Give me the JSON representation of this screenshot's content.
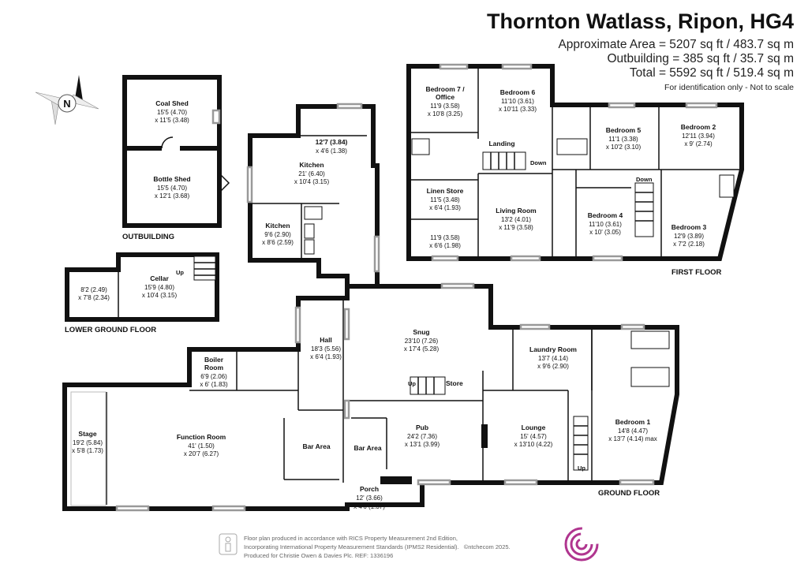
{
  "header": {
    "title": "Thornton Watlass, Ripon, HG4",
    "area": "Approximate Area = 5207 sq ft / 483.7 sq m",
    "outbuilding": "Outbuilding = 385 sq ft / 35.7 sq m",
    "total": "Total = 5592 sq ft / 519.4 sq m",
    "note": "For identification only - Not to scale"
  },
  "compass": {
    "label": "N"
  },
  "sections": {
    "outbuilding": "OUTBUILDING",
    "lower_ground": "LOWER GROUND FLOOR",
    "first_floor": "FIRST FLOOR",
    "ground_floor": "GROUND FLOOR"
  },
  "rooms": {
    "coal_shed": {
      "name": "Coal Shed",
      "dim1": "15'5 (4.70)",
      "dim2": "x 11'5 (3.48)"
    },
    "bottle_shed": {
      "name": "Bottle Shed",
      "dim1": "15'5 (4.70)",
      "dim2": "x 12'1 (3.68)"
    },
    "cellar": {
      "name": "Cellar",
      "dim1": "15'9 (4.80)",
      "dim2": "x 10'4 (3.15)"
    },
    "cellar_side": {
      "dim1": "8'2 (2.49)",
      "dim2": "x 7'8 (2.34)"
    },
    "cellar_up": "Up",
    "kitchen_top": {
      "dim1": "12'7 (3.84)",
      "dim2": "x 4'6 (1.38)"
    },
    "kitchen_main": {
      "name": "Kitchen",
      "dim1": "21' (6.40)",
      "dim2": "x 10'4 (3.15)"
    },
    "kitchen_small": {
      "name": "Kitchen",
      "dim1": "9'6 (2.90)",
      "dim2": "x 8'6 (2.59)"
    },
    "hall": {
      "name": "Hall",
      "dim1": "18'3 (5.56)",
      "dim2": "x 6'4 (1.93)"
    },
    "boiler": {
      "name1": "Boiler",
      "name2": "Room",
      "dim1": "6'9 (2.06)",
      "dim2": "x 6' (1.83)"
    },
    "stage": {
      "name": "Stage",
      "dim1": "19'2 (5.84)",
      "dim2": "x 5'8 (1.73)"
    },
    "function_room": {
      "name": "Function Room",
      "dim1": "41' (1.50)",
      "dim2": "x 20'7 (6.27)"
    },
    "bar_area_1": {
      "name": "Bar Area"
    },
    "bar_area_2": {
      "name": "Bar Area"
    },
    "snug": {
      "name": "Snug",
      "dim1": "23'10 (7.26)",
      "dim2": "x 17'4 (5.28)"
    },
    "store": {
      "name": "Store",
      "up": "Up"
    },
    "pub": {
      "name": "Pub",
      "dim1": "24'2 (7.36)",
      "dim2": "x 13'1 (3.99)"
    },
    "porch": {
      "name": "Porch",
      "dim1": "12' (3.66)",
      "dim2": "x 4'6 (1.37)"
    },
    "laundry": {
      "name": "Laundry Room",
      "dim1": "13'7 (4.14)",
      "dim2": "x 9'6 (2.90)"
    },
    "lounge": {
      "name": "Lounge",
      "dim1": "15' (4.57)",
      "dim2": "x 13'10 (4.22)"
    },
    "lounge_up": "Up",
    "bedroom1": {
      "name": "Bedroom 1",
      "dim1": "14'8 (4.47)",
      "dim2": "x 13'7 (4.14) max"
    },
    "bedroom7": {
      "name1": "Bedroom 7 /",
      "name2": "Office",
      "dim1": "11'9 (3.58)",
      "dim2": "x 10'8 (3.25)"
    },
    "bedroom6": {
      "name": "Bedroom 6",
      "dim1": "11'10 (3.61)",
      "dim2": "x 10'11 (3.33)"
    },
    "landing": {
      "name": "Landing",
      "down": "Down"
    },
    "linen": {
      "name": "Linen Store",
      "dim1": "11'5 (3.48)",
      "dim2": "x 6'4 (1.93)"
    },
    "linen_lower": {
      "dim1": "11'9 (3.58)",
      "dim2": "x 6'6 (1.98)"
    },
    "living": {
      "name": "Living Room",
      "dim1": "13'2 (4.01)",
      "dim2": "x 11'9 (3.58)"
    },
    "bedroom5": {
      "name": "Bedroom 5",
      "dim1": "11'1 (3.38)",
      "dim2": "x 10'2 (3.10)"
    },
    "bedroom2": {
      "name": "Bedroom 2",
      "dim1": "12'11 (3.94)",
      "dim2": "x 9' (2.74)"
    },
    "bedroom4": {
      "name": "Bedroom 4",
      "dim1": "11'10 (3.61)",
      "dim2": "x 10' (3.05)"
    },
    "bedroom3": {
      "name": "Bedroom 3",
      "dim1": "12'9 (3.89)",
      "dim2": "x 7'2 (2.18)"
    },
    "first_down": "Down"
  },
  "footer": {
    "line1": "Floor plan produced in accordance with RICS Property Measurement 2nd Edition,",
    "line2": "Incorporating International Property Measurement Standards (IPMS2 Residential).",
    "brand": "©ntchecom 2025.",
    "line3": "Produced for Christie Owen & Davies Plc.   REF: 1336196"
  },
  "colors": {
    "wall": "#111111",
    "window": "#999999",
    "logo": "#b0358f"
  }
}
